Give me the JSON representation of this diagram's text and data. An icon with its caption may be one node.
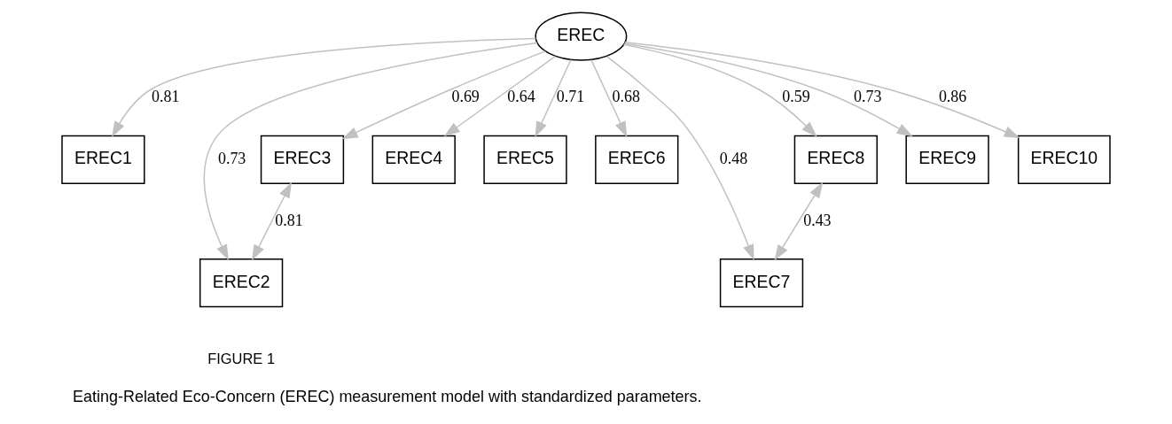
{
  "diagram": {
    "caption": "Eating-Related Eco-Concern (EREC) measurement model with standardized parameters.",
    "nodes": [
      {
        "text": [
          "EREC"
        ]
      },
      {
        "text": [
          "EREC1"
        ]
      },
      {
        "text": [
          "EREC2"
        ]
      },
      {
        "text": [
          "EREC3"
        ]
      },
      {
        "text": [
          "EREC4"
        ]
      },
      {
        "text": [
          "EREC5"
        ]
      },
      {
        "text": [
          "EREC6"
        ]
      },
      {
        "text": [
          "EREC7"
        ]
      },
      {
        "text": [
          "EREC8"
        ]
      },
      {
        "text": [
          "EREC9"
        ]
      },
      {
        "text": [
          "EREC10"
        ]
      }
    ],
    "edges": [
      {
        "from": 0,
        "to": 1,
        "arrow": "to",
        "label": "0.81"
      },
      {
        "from": 0,
        "to": 2,
        "arrow": "to",
        "label": "0.73"
      },
      {
        "from": 0,
        "to": 3,
        "arrow": "to",
        "label": "0.69"
      },
      {
        "from": 0,
        "to": 4,
        "arrow": "to",
        "label": "0.64"
      },
      {
        "from": 0,
        "to": 5,
        "arrow": "to",
        "label": "0.71"
      },
      {
        "from": 0,
        "to": 6,
        "arrow": "to",
        "label": "0.68"
      },
      {
        "from": 0,
        "to": 7,
        "arrow": "to",
        "label": "0.48"
      },
      {
        "from": 0,
        "to": 8,
        "arrow": "to",
        "label": "0.59"
      },
      {
        "from": 0,
        "to": 9,
        "arrow": "to",
        "label": "0.73"
      },
      {
        "from": 0,
        "to": 10,
        "arrow": "to",
        "label": "0.86"
      },
      {
        "from": 3,
        "to": 2,
        "arrow": "both",
        "label": "0.81"
      },
      {
        "from": 8,
        "to": 7,
        "arrow": "both",
        "label": "0.43"
      }
    ],
    "labels": [
      "FIGURE 1"
    ]
  }
}
